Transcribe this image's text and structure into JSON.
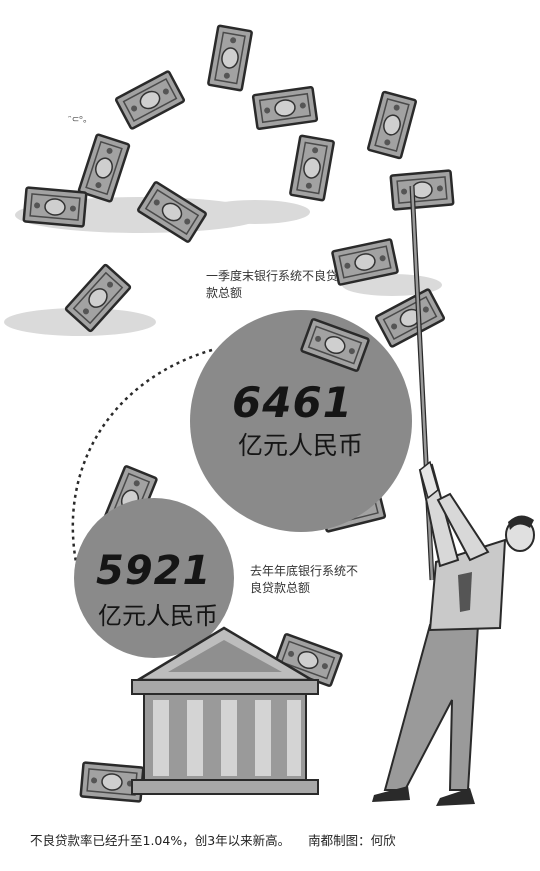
{
  "current": {
    "label": "一季度末银行系统不良贷款总额",
    "value": "6461",
    "unit": "亿元人民币"
  },
  "previous": {
    "label": "去年年底银行系统不良贷款总额",
    "value": "5921",
    "unit": "亿元人民币"
  },
  "caption": "不良贷款率已经升至1.04%，创3年以来新高。",
  "credit": "南都制图：何欣",
  "stray_mark": "ᵔ⊂ᵒ。",
  "colors": {
    "circle": "#8a8a8a",
    "banknote": "#9a9a9a",
    "banknote_dark": "#5a5a5a",
    "cloud": "#d6d6d6"
  },
  "icons": [
    "banknote-icon",
    "bank-building-icon",
    "person-icon",
    "stick-icon",
    "cloud-icon"
  ]
}
